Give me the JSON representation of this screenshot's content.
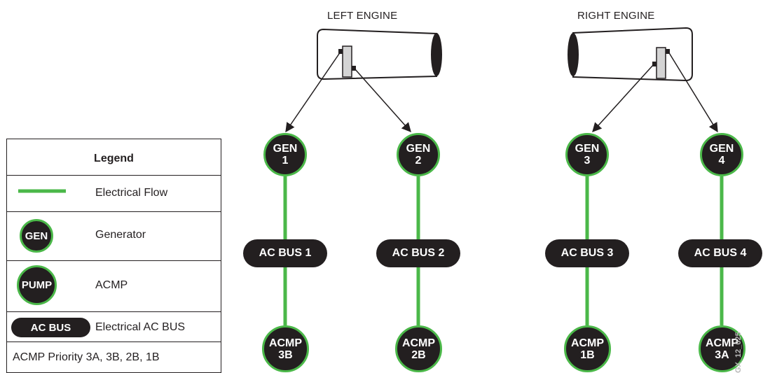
{
  "engines": {
    "left_label": "LEFT ENGINE",
    "right_label": "RIGHT ENGINE"
  },
  "generators": [
    {
      "line1": "GEN",
      "line2": "1"
    },
    {
      "line1": "GEN",
      "line2": "2"
    },
    {
      "line1": "GEN",
      "line2": "3"
    },
    {
      "line1": "GEN",
      "line2": "4"
    }
  ],
  "buses": [
    "AC BUS 1",
    "AC BUS 2",
    "AC BUS 3",
    "AC BUS 4"
  ],
  "pumps": [
    {
      "line1": "ACMP",
      "line2": "3B"
    },
    {
      "line1": "ACMP",
      "line2": "2B"
    },
    {
      "line1": "ACMP",
      "line2": "1B"
    },
    {
      "line1": "ACMP",
      "line2": "3A"
    }
  ],
  "legend": {
    "title": "Legend",
    "electrical_flow": "Electrical Flow",
    "gen_symbol": "GEN",
    "generator": "Generator",
    "pump_symbol": "PUMP",
    "acmp": "ACMP",
    "bus_symbol": "AC BUS",
    "electrical_ac_bus": "Electrical AC BUS",
    "priority": "ACMP Priority 3A, 3B, 2B, 1B"
  },
  "figure_id": "GX_12_025",
  "colors": {
    "flow": "#4bb849",
    "node_fill": "#231f20",
    "outline": "#231f20"
  }
}
